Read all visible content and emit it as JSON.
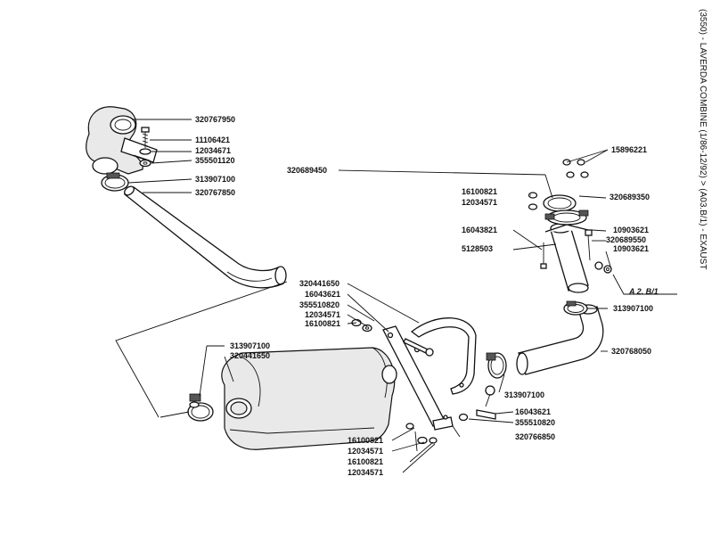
{
  "side_title": "(3550) - LAVERDA COMBINE (1/86-12/92) > (A03.B/1) - EXAUST",
  "reference_note": "A 2. B/1",
  "callouts": [
    {
      "id": "c1",
      "label": "320767950"
    },
    {
      "id": "c2",
      "label": "11106421"
    },
    {
      "id": "c3",
      "label": "12034671"
    },
    {
      "id": "c4",
      "label": "355501120"
    },
    {
      "id": "c5",
      "label": "313907100"
    },
    {
      "id": "c6",
      "label": "320767850"
    },
    {
      "id": "c7",
      "label": "15896221"
    },
    {
      "id": "c8",
      "label": "320689450"
    },
    {
      "id": "c9",
      "label": "16100821"
    },
    {
      "id": "c10",
      "label": "12034571"
    },
    {
      "id": "c11",
      "label": "320689350"
    },
    {
      "id": "c12",
      "label": "10903621"
    },
    {
      "id": "c13",
      "label": "320689550"
    },
    {
      "id": "c14",
      "label": "10903621"
    },
    {
      "id": "c15",
      "label": "16043821"
    },
    {
      "id": "c16",
      "label": "5128503"
    },
    {
      "id": "c17",
      "label": "320441650"
    },
    {
      "id": "c18",
      "label": "16043621"
    },
    {
      "id": "c19",
      "label": "355510820"
    },
    {
      "id": "c20",
      "label": "12034571"
    },
    {
      "id": "c21",
      "label": "16100821"
    },
    {
      "id": "c22",
      "label": "313907100"
    },
    {
      "id": "c23",
      "label": "320768050"
    },
    {
      "id": "c24",
      "label": "313907100"
    },
    {
      "id": "c25",
      "label": "320441650"
    },
    {
      "id": "c26",
      "label": "313907100"
    },
    {
      "id": "c27",
      "label": "16043621"
    },
    {
      "id": "c28",
      "label": "355510820"
    },
    {
      "id": "c29",
      "label": "320766850"
    },
    {
      "id": "c30",
      "label": "16100821"
    },
    {
      "id": "c31",
      "label": "12034571"
    },
    {
      "id": "c32",
      "label": "16100821"
    },
    {
      "id": "c33",
      "label": "12034571"
    }
  ]
}
